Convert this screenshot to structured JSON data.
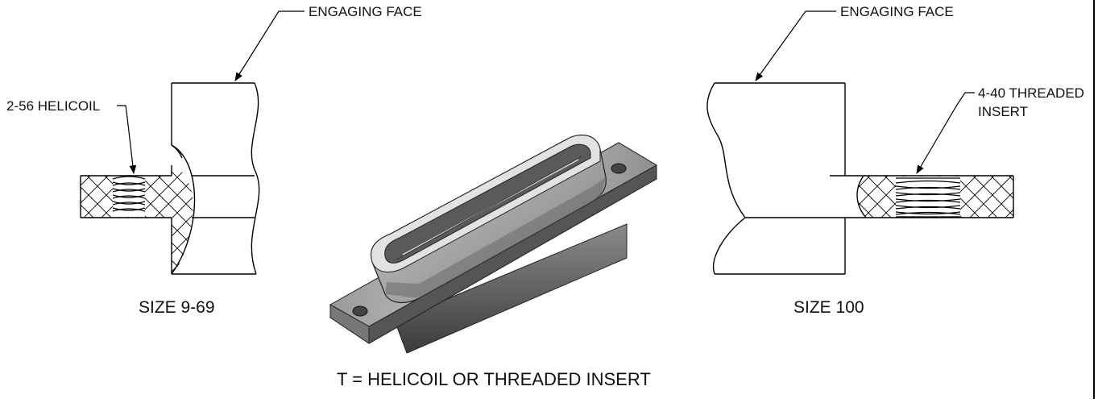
{
  "left_view": {
    "callout_face": "ENGAGING FACE",
    "callout_insert": "2-56 HELICOIL",
    "caption": "SIZE 9-69"
  },
  "right_view": {
    "callout_face": "ENGAGING FACE",
    "callout_insert_line1": "4-40 THREADED",
    "callout_insert_line2": "INSERT",
    "caption": "SIZE 100"
  },
  "footer_note": "T = HELICOIL OR THREADED INSERT",
  "colors": {
    "line": "#000000",
    "connector_dark": "#2a2a2a",
    "connector_mid": "#6e6e6e",
    "connector_light": "#b8b8b8"
  }
}
